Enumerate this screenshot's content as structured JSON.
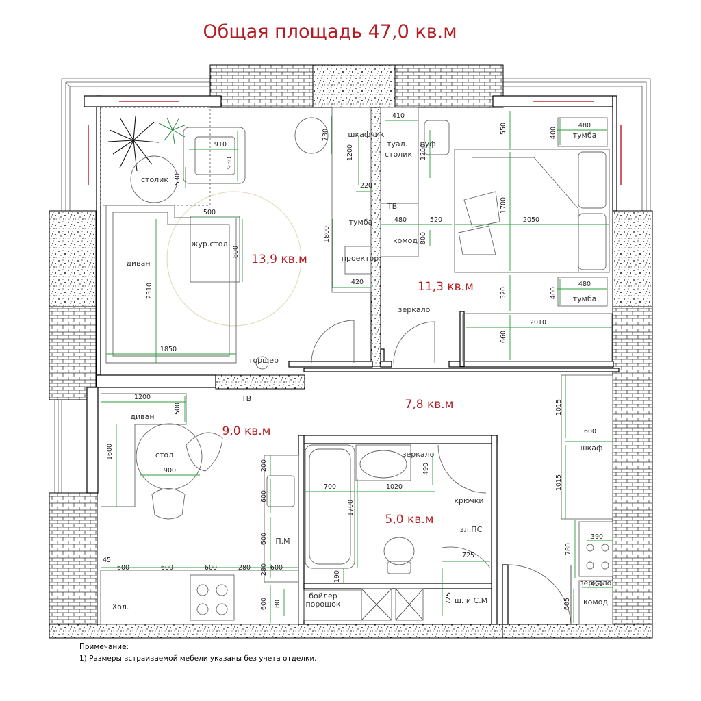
{
  "title": "Общая площадь 47,0 кв.м",
  "rooms": {
    "living": "13,9 кв.м",
    "bedroom": "11,3 кв.м",
    "hall": "7,8 кв.м",
    "kitchen": "9,0 кв.м",
    "bath": "5,0 кв.м"
  },
  "labels": {
    "stolik": "столик",
    "divan1": "диван",
    "zhur_stol": "жур.стол",
    "torsher": "торшер",
    "shkafchik": "шкафчик",
    "tual_stolik_1": "туал.",
    "tual_stolik_2": "столик",
    "puf": "пуф",
    "tumba_center": "тумба",
    "tv_center": "ТВ",
    "komod_center": "комод",
    "proektor": "проектор",
    "tumba_top": "тумба",
    "tumba_bottom": "тумба",
    "zerkalo_bed": "зеркало",
    "tv_kitchen": "ТВ",
    "divan2": "диван",
    "stol": "стол",
    "pm": "П.М",
    "hol": "Хол.",
    "boiler": "бойлер",
    "porosh": "порошок",
    "zerkalo_bath": "зеркало",
    "kryuchki": "крючки",
    "el_ps": "эл.ПС",
    "sh_sm": "ш. и С.М",
    "shkaf": "шкаф",
    "zerkalo_hall": "зеркало",
    "komod_hall": "комод"
  },
  "dims": {
    "d910": "910",
    "d930": "930",
    "d530": "530",
    "d730": "730",
    "d1200a": "1200",
    "d220": "220",
    "d500a": "500",
    "d800a": "800",
    "d2310": "2310",
    "d1850": "1850",
    "d1800": "1800",
    "d420": "420",
    "d480a": "480",
    "d520a": "520",
    "d800b": "800",
    "d410": "410",
    "d1200b": "1200",
    "d550": "550",
    "d400a": "400",
    "d480b": "480",
    "d1700a": "1700",
    "d2050": "2050",
    "d520b": "520",
    "d400b": "400",
    "d480c": "480",
    "d2010": "2010",
    "d660": "660",
    "d1200c": "1200",
    "d500b": "500",
    "d1600": "1600",
    "d900": "900",
    "d200": "200",
    "d600a": "600",
    "d600b": "600",
    "d45": "45",
    "d600c": "600",
    "d600d": "600",
    "d600e": "600",
    "d280a": "280",
    "d280b": "280",
    "d600f": "600",
    "d600g": "600",
    "d80": "80",
    "d700": "700",
    "d1020": "1020",
    "d490": "490",
    "d1700b": "1700",
    "d190": "190",
    "d725a": "725",
    "d725b": "725",
    "d1015a": "1015",
    "d600h": "600",
    "d1015b": "1015",
    "d390": "390",
    "d780": "780",
    "d450": "450",
    "d605": "605"
  },
  "note": {
    "heading": "Примечание:",
    "line1": "1) Размеры встраиваемой мебели указаны без учета отделки."
  },
  "colors": {
    "title_red": "#b31e22",
    "dimension_green": "#2a9d3a",
    "wall_black": "#000000"
  }
}
